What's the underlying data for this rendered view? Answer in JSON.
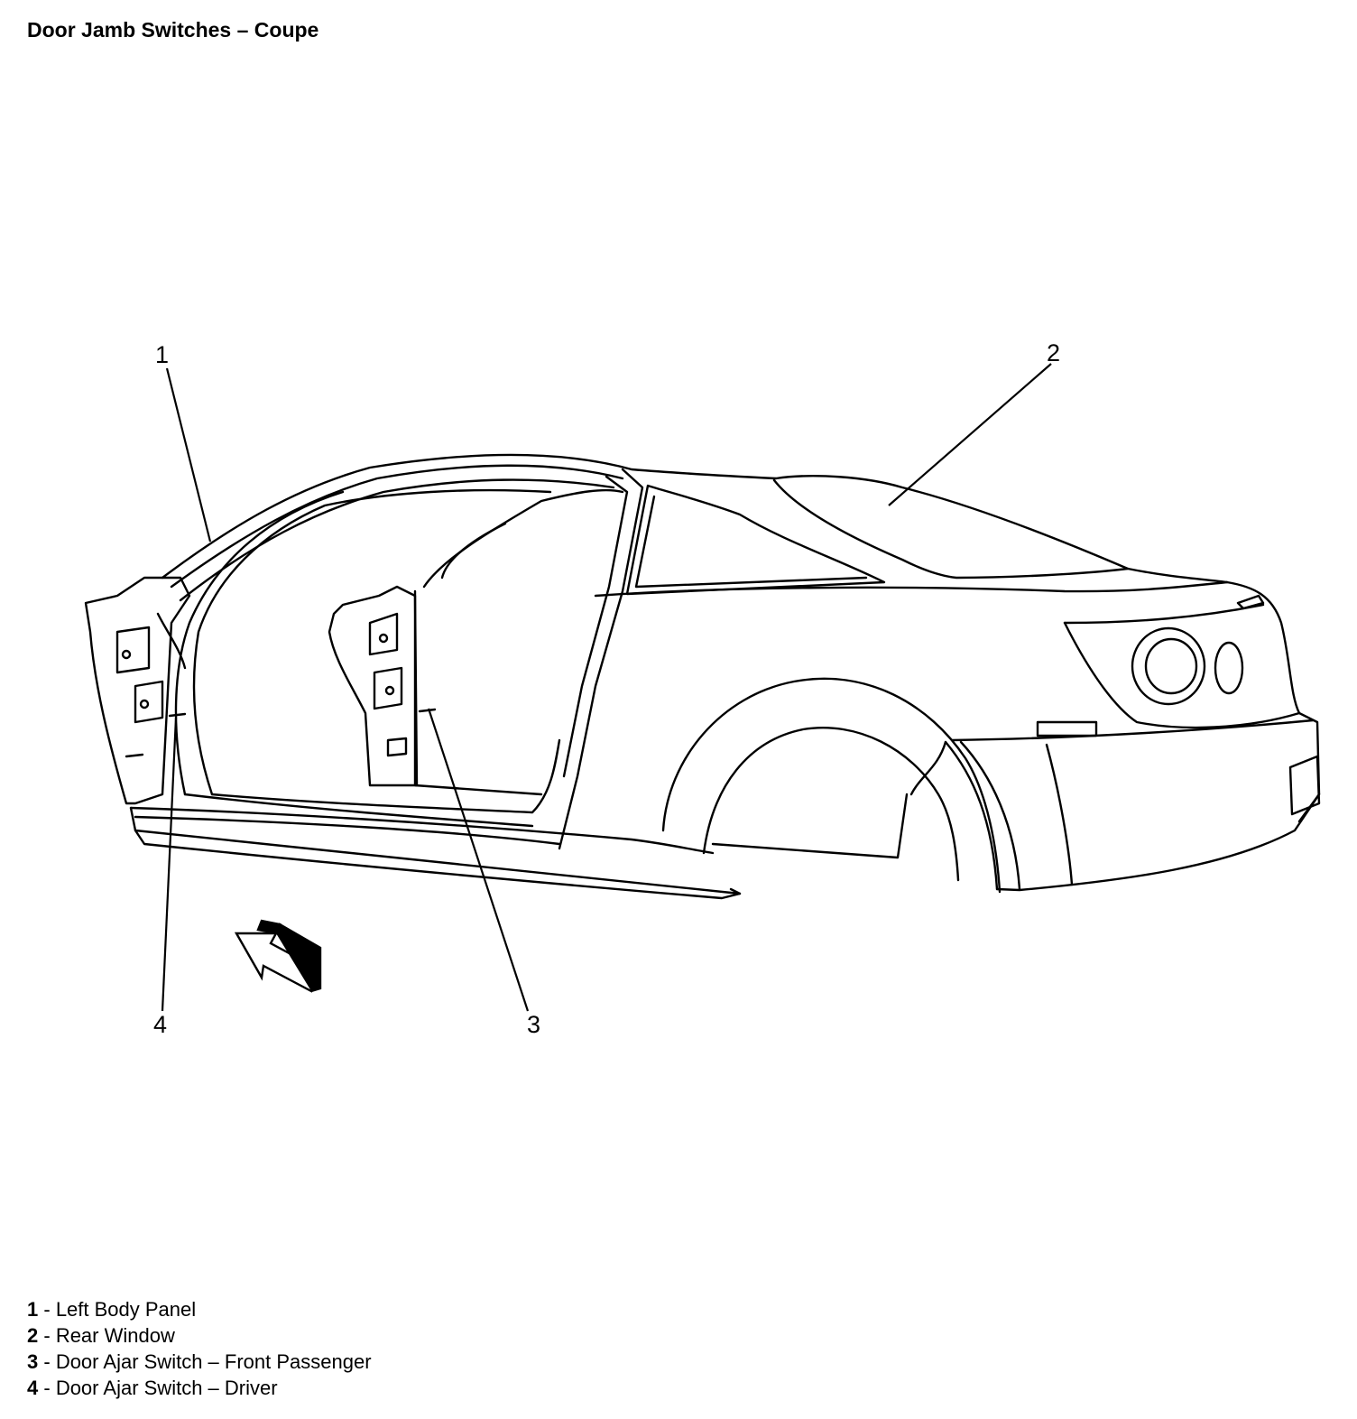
{
  "title": "Door Jamb Switches – Coupe",
  "callouts": [
    {
      "number": "1",
      "label": "Left Body Panel"
    },
    {
      "number": "2",
      "label": "Rear Window"
    },
    {
      "number": "3",
      "label": "Door Ajar Switch – Front Passenger"
    },
    {
      "number": "4",
      "label": "Door Ajar Switch – Driver"
    }
  ],
  "separator": " - ",
  "icons": [
    "car-body-illustration",
    "view-direction-arrow-icon"
  ]
}
